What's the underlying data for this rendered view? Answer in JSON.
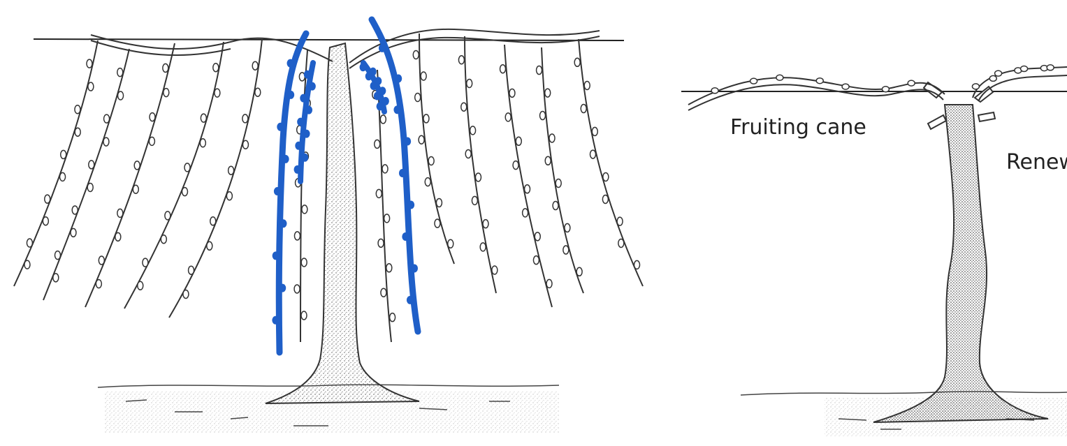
{
  "labels": {
    "fruiting_cane": "Fruiting cane",
    "renewal_partial": "Renew"
  },
  "colors": {
    "renewal_cane_blue": "#1f5fc8",
    "line_ink": "#333333",
    "wire": "#222222"
  },
  "figures": [
    {
      "name": "pruned-vine-before",
      "description_shown": false
    },
    {
      "name": "pruned-vine-after",
      "description_shown": false
    }
  ]
}
